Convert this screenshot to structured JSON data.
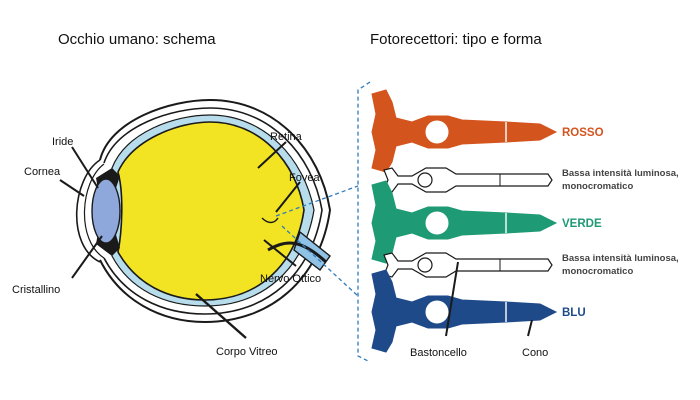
{
  "titles": {
    "left": "Occhio umano: schema",
    "right": "Fotorecettori: tipo e forma"
  },
  "eye_labels": {
    "iride": "Iride",
    "cornea": "Cornea",
    "cristallino": "Cristallino",
    "retina": "Retina",
    "fovea": "Fovea",
    "nervo_ottico": "Nervo Ottico",
    "corpo_vitreo": "Corpo Vitreo"
  },
  "receptors": [
    {
      "label": "ROSSO",
      "label_color": "#d4541e",
      "kind": "cone",
      "fill": "#d4541e"
    },
    {
      "label": "Bassa intensità luminosa,",
      "label2": "monocromatico",
      "label_color": "#555555",
      "kind": "rod",
      "fill": "#ffffff"
    },
    {
      "label": "VERDE",
      "label_color": "#1e9a74",
      "kind": "cone",
      "fill": "#1e9a74"
    },
    {
      "label": "Bassa intensità luminosa,",
      "label2": "monocromatico",
      "label_color": "#555555",
      "kind": "rod",
      "fill": "#ffffff"
    },
    {
      "label": "BLU",
      "label_color": "#1e4a8a",
      "kind": "cone",
      "fill": "#1e4a8a"
    }
  ],
  "bottom_labels": {
    "bastoncello": "Bastoncello",
    "cono": "Cono"
  },
  "colors": {
    "vitreous": "#f2e423",
    "lens": "#8fa8dc",
    "retina_band": "#b7dcec",
    "outline": "#1a1a1a",
    "dashed": "#2f7bbd"
  }
}
